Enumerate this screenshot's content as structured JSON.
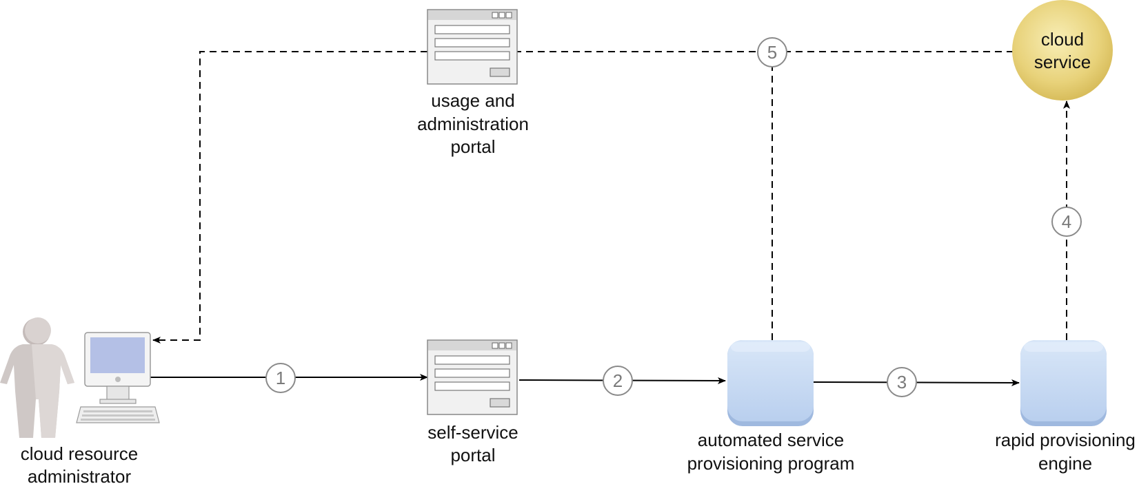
{
  "nodes": {
    "admin": {
      "label_line1": "cloud resource",
      "label_line2": "administrator"
    },
    "usage_portal": {
      "label_line1": "usage and",
      "label_line2": "administration",
      "label_line3": "portal"
    },
    "self_service_portal": {
      "label_line1": "self-service",
      "label_line2": "portal"
    },
    "automated_program": {
      "label_line1": "automated service",
      "label_line2": "provisioning program"
    },
    "rapid_engine": {
      "label_line1": "rapid provisioning",
      "label_line2": "engine"
    },
    "cloud_service": {
      "label_line1": "cloud",
      "label_line2": "service"
    }
  },
  "steps": [
    "1",
    "2",
    "3",
    "4",
    "5"
  ],
  "colors": {
    "cloud_service_fill": "#e8d27a",
    "program_box_fill": "#c9dcf3",
    "person_fill": "#cfc8c6",
    "monitor_screen": "#b4c0e6"
  }
}
